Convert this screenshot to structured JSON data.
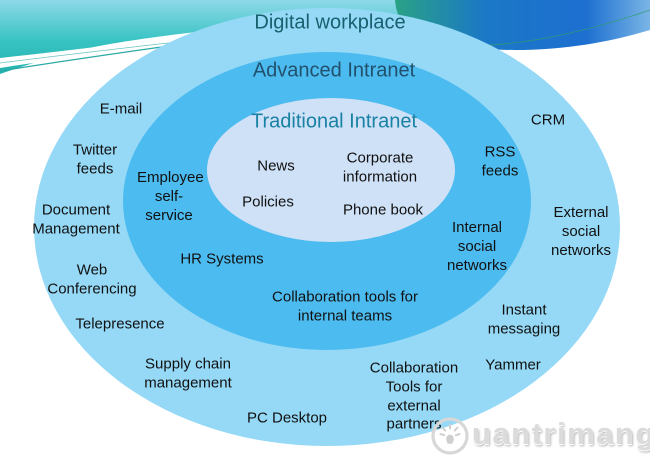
{
  "diagram": {
    "rings": [
      {
        "id": "outer",
        "title": "Digital workplace",
        "items": [
          {
            "label": "E-mail"
          },
          {
            "label": "Twitter feeds"
          },
          {
            "label": "Document Management"
          },
          {
            "label": "Web Conferencing"
          },
          {
            "label": "Telepresence"
          },
          {
            "label": "Supply chain management"
          },
          {
            "label": "PC Desktop"
          },
          {
            "label": "Collaboration Tools for external partners"
          },
          {
            "label": "Yammer"
          },
          {
            "label": "Instant messaging"
          },
          {
            "label": "External social networks"
          },
          {
            "label": "CRM"
          }
        ]
      },
      {
        "id": "middle",
        "title": "Advanced Intranet",
        "items": [
          {
            "label": "Employee self-service"
          },
          {
            "label": "HR Systems"
          },
          {
            "label": "Collaboration tools for internal teams"
          },
          {
            "label": "Internal social networks"
          },
          {
            "label": "RSS feeds"
          }
        ]
      },
      {
        "id": "inner",
        "title": "Traditional Intranet",
        "items": [
          {
            "label": "News"
          },
          {
            "label": "Corporate information"
          },
          {
            "label": "Policies"
          },
          {
            "label": "Phone book"
          }
        ]
      }
    ]
  },
  "watermark": {
    "text": "uantrimang",
    "icon": "lightbulb-q-icon"
  },
  "colors": {
    "outer_ellipse": "#95d9f7",
    "middle_ellipse": "#4cbbf0",
    "inner_ellipse": "#cfe1f6",
    "outer_title_text": "#17606e",
    "middle_title_text": "#21516d",
    "inner_title_text": "#1981a4",
    "label_text": "#111111"
  }
}
